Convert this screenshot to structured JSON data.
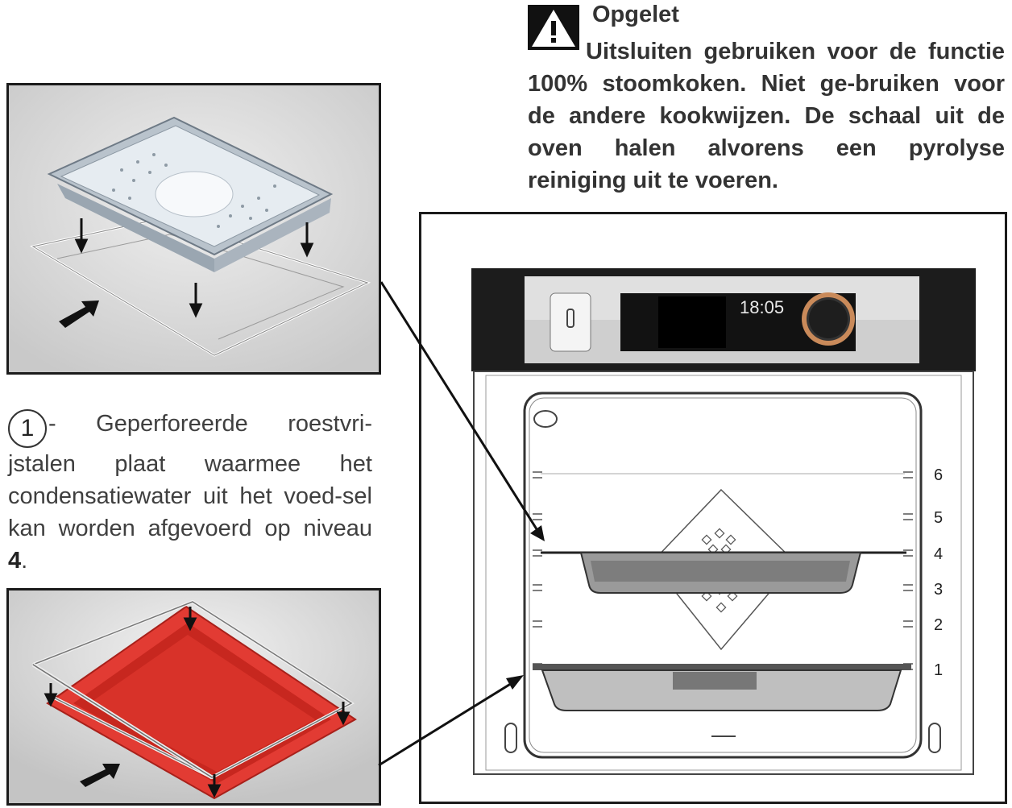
{
  "warning": {
    "icon": "warning-triangle-icon",
    "title": "Opgelet",
    "body": "Uitsluiten gebruiken voor de functie 100% stoomkoken. Niet ge-bruiken voor de andere kookwijzen. De schaal uit de oven halen alvorens een pyrolyse reiniging uit te voeren."
  },
  "caption": {
    "number": "1",
    "text": "- Geperforeerde roestvri-jstalen plaat waarmee het condensatiewater uit het voed-sel kan worden afgevoerd op niveau ",
    "level": "4",
    "end": "."
  },
  "oven": {
    "clock": "18:05",
    "levels": [
      "6",
      "5",
      "4",
      "3",
      "2",
      "1"
    ]
  },
  "colors": {
    "tray_red": "#e23b33",
    "oven_panel": "#1c1c1c",
    "knob_ring": "#c98a5a"
  }
}
